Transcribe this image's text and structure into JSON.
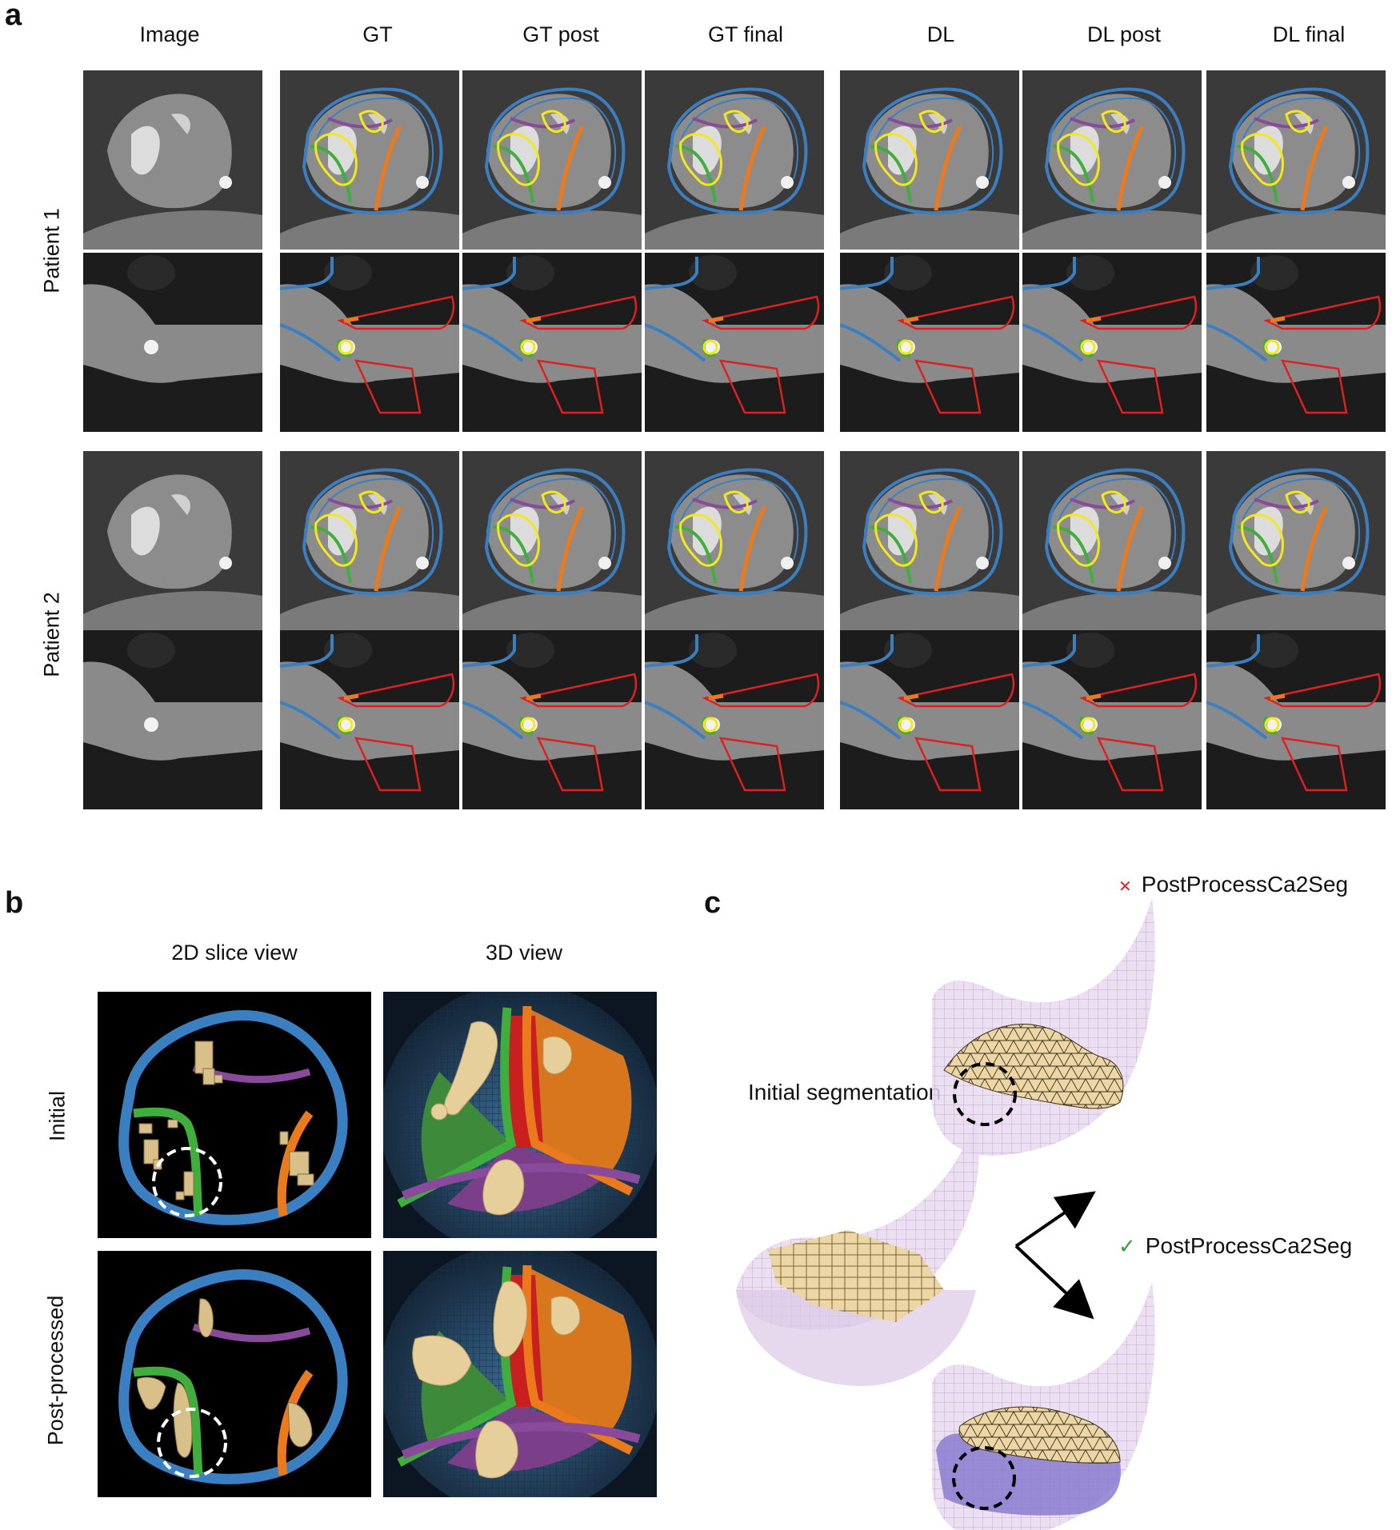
{
  "panel_a": {
    "letter": "a",
    "columns": [
      "Image",
      "GT",
      "GT post",
      "GT final",
      "DL",
      "DL post",
      "DL final"
    ],
    "rows": [
      "Patient 1",
      "Patient 2"
    ]
  },
  "panel_b": {
    "letter": "b",
    "columns": [
      "2D slice view",
      "3D view"
    ],
    "rows": [
      "Initial",
      "Post-processed"
    ]
  },
  "panel_c": {
    "letter": "c",
    "initial_label": "Initial segmentation",
    "bad_label": "PostProcessCa2Seg",
    "good_label": "PostProcessCa2Seg",
    "bad_mark": "✕",
    "good_mark": "✓"
  },
  "colors": {
    "aortic_wall": "#3a7fc1",
    "leaflet_green": "#3fae3c",
    "leaflet_purple": "#8a4a9c",
    "leaflet_orange": "#ea7a1c",
    "calcium_yellow": "#f2e81a",
    "lvot_red": "#e02020",
    "calcium_tan": "#e6cf9b",
    "mesh_lilac": "#e8d9ee",
    "fail_red": "#e02020",
    "pass_green": "#2aa23a"
  }
}
